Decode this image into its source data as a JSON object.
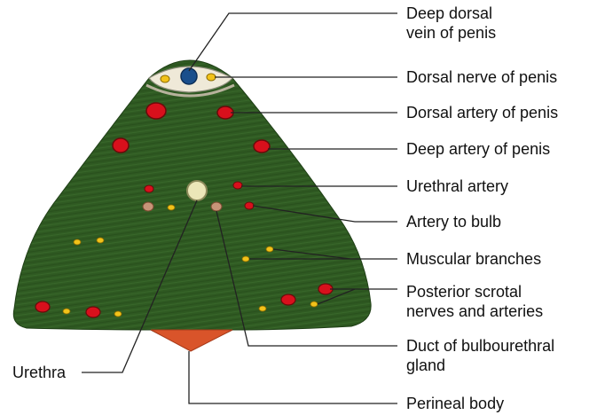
{
  "labels": {
    "deep_dorsal_vein": [
      "Deep dorsal",
      "vein of penis"
    ],
    "dorsal_nerve": "Dorsal nerve of penis",
    "dorsal_artery": "Dorsal artery of penis",
    "deep_artery": "Deep artery of penis",
    "urethral_artery": "Urethral artery",
    "artery_to_bulb": "Artery to bulb",
    "muscular_branches": "Muscular branches",
    "posterior_scrotal": [
      "Posterior scrotal",
      "nerves and arteries"
    ],
    "duct_bulbourethral": [
      "Duct of bulbourethral",
      "gland"
    ],
    "urethra": "Urethra",
    "perineal_body": "Perineal body"
  },
  "colors": {
    "tissue": "#2f5a22",
    "tissue_dark": "#244a19",
    "artery": "#d8101c",
    "nerve": "#f2c21a",
    "vein": "#1a4f8c",
    "sheath": "#efe9d8",
    "perineal_body": "#d9542a",
    "urethra": "#ece7b8",
    "duct": "#c89478",
    "line": "#222222"
  }
}
